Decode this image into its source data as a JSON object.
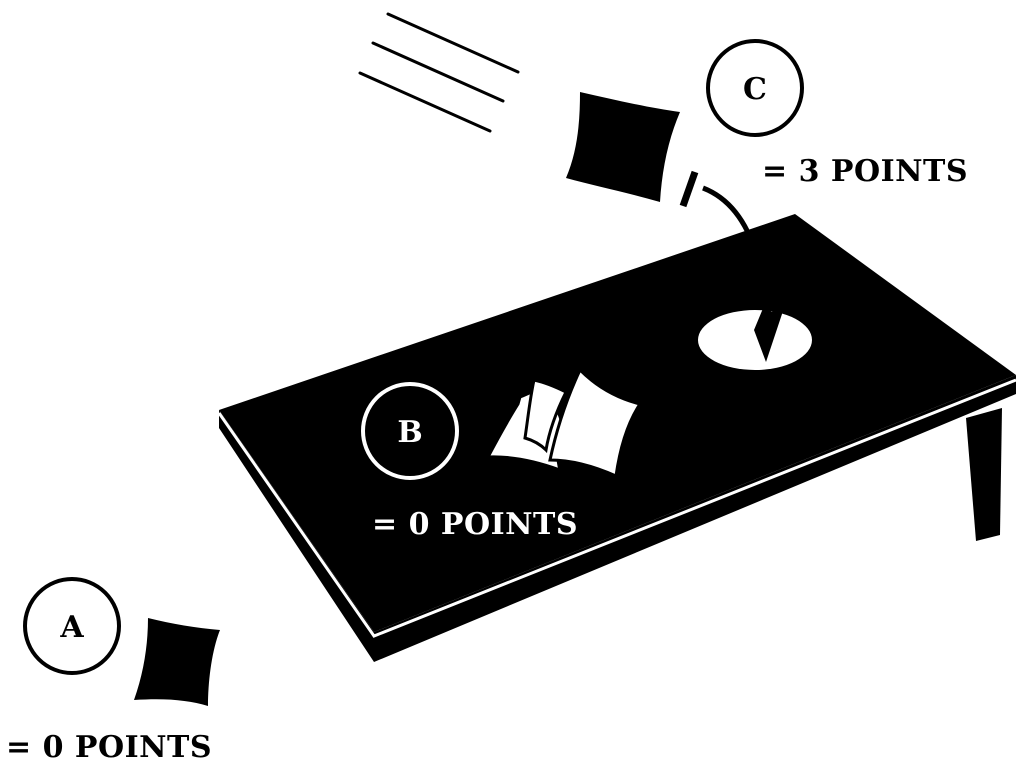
{
  "labels": {
    "a": {
      "letter": "A",
      "points": "= 0 POINTS"
    },
    "b": {
      "letter": "B",
      "points": "= 0 POINTS"
    },
    "c": {
      "letter": "C",
      "points": "= 3 POINTS"
    }
  },
  "colors": {
    "ink": "#000000",
    "paper": "#ffffff"
  }
}
